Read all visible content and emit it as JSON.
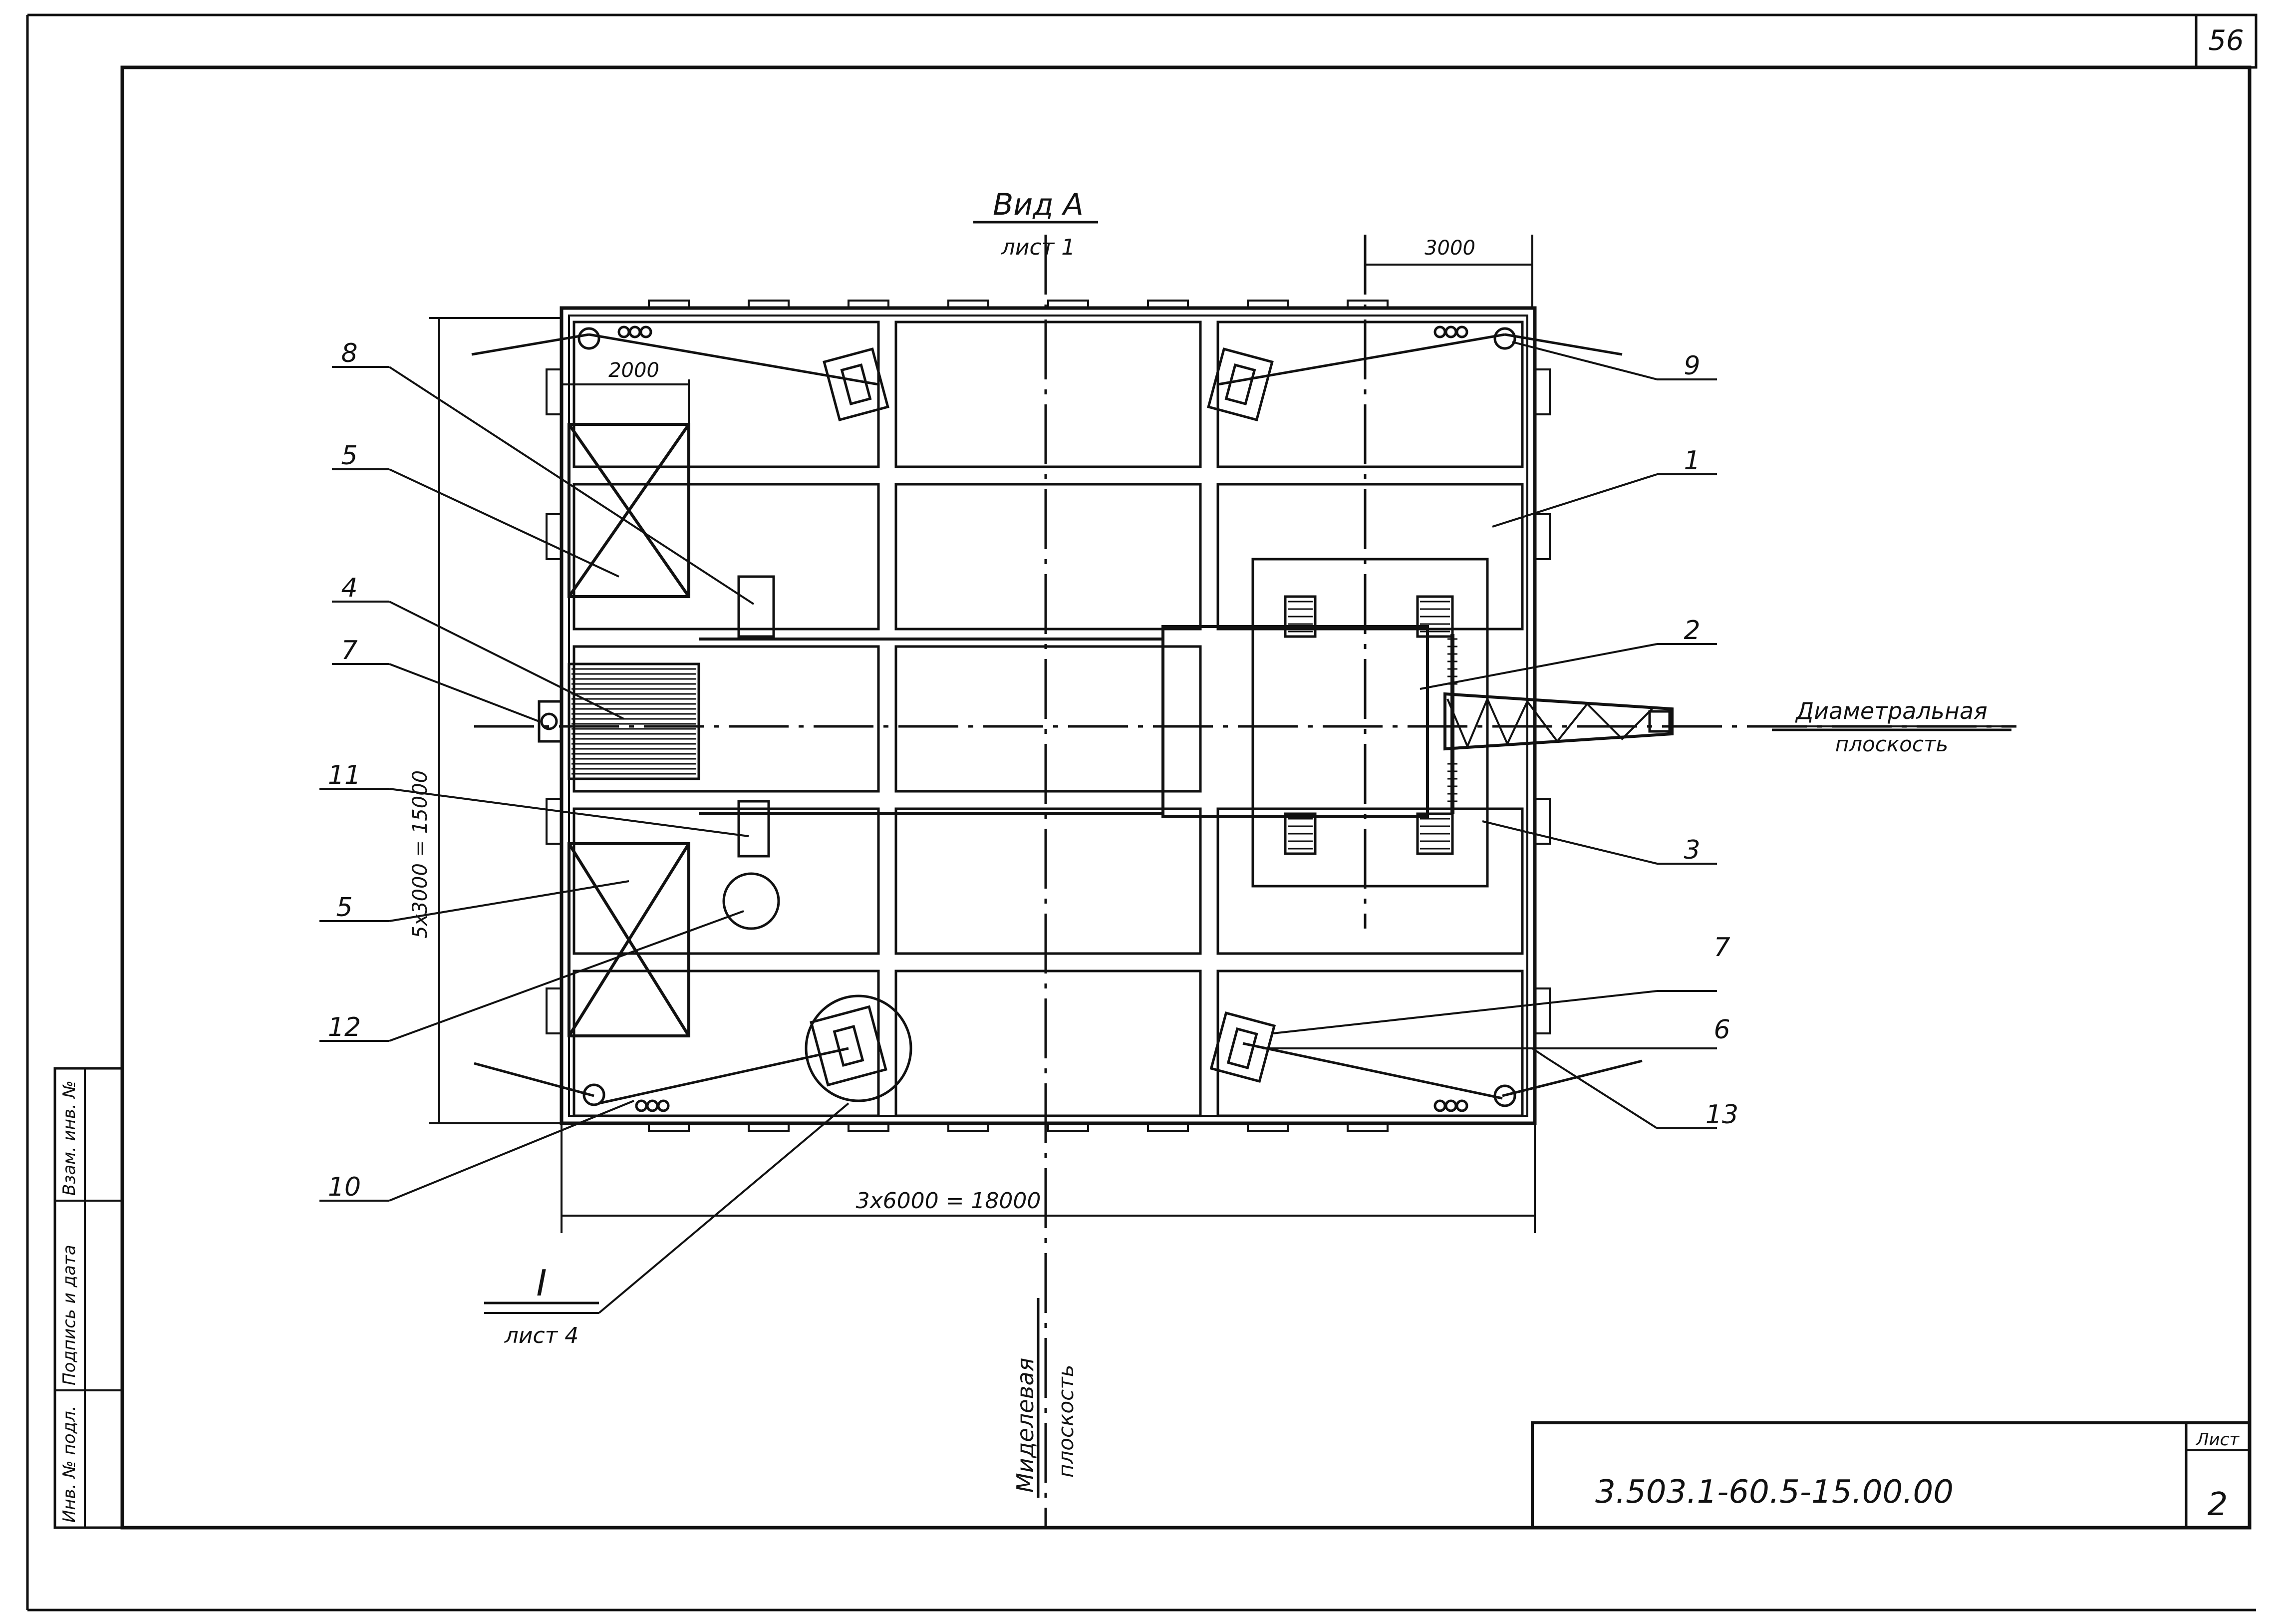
{
  "sheet_number": "56",
  "view_title": "Вид А",
  "view_sheet_ref": "лист 1",
  "detail_title": "I",
  "detail_sheet_ref": "лист 4",
  "diametral_plane_line1": "Диаметральная",
  "diametral_plane_line2": "плоскость",
  "midship_plane_line1": "Миделевая",
  "midship_plane_line2": "плоскость",
  "dim_top": "3000",
  "dim_hatch": "2000",
  "dim_height": "5х3000 = 15000",
  "dim_length": "3х6000 = 18000",
  "labels": {
    "l1": "1",
    "l2": "2",
    "l3": "3",
    "l4": "4",
    "l5a": "5",
    "l5b": "5",
    "l6": "6",
    "l7a": "7",
    "l7b": "7",
    "l8": "8",
    "l9": "9",
    "l10": "10",
    "l11": "11",
    "l12": "12",
    "l13": "13"
  },
  "stamp_designation": "3.503.1-60.5-15.00.00",
  "stamp_sheet_label": "Лист",
  "stamp_sheet_value": "2",
  "side_inv_podl": "Инв. № подл.",
  "side_podpis": "Подпись и дата",
  "side_vzam": "Взам. инв. №"
}
